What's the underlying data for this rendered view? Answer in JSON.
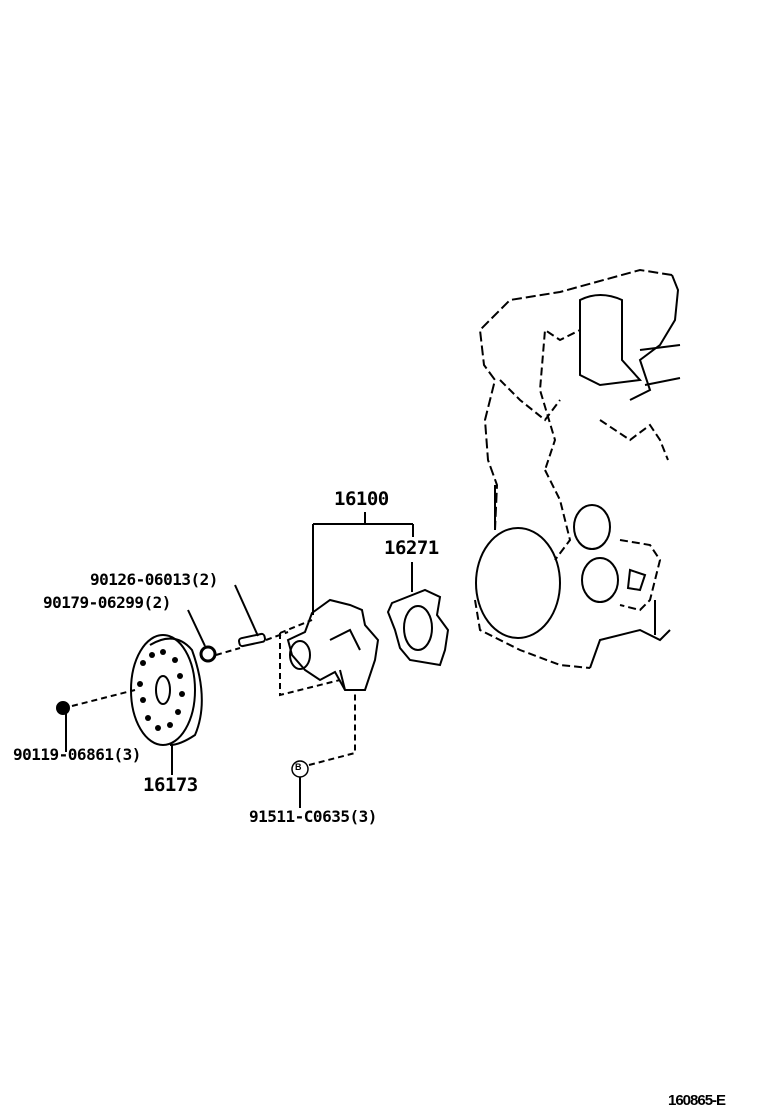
{
  "diagram": {
    "parts": [
      {
        "number": "16100"
      },
      {
        "number": "16271"
      },
      {
        "number": "90126-06013(2)"
      },
      {
        "number": "90179-06299(2)"
      },
      {
        "number": "90119-06861(3)"
      },
      {
        "number": "16173"
      },
      {
        "number": "91511-C0635(3)"
      }
    ],
    "callout_marker": "B",
    "figure_code": "160865-E"
  }
}
